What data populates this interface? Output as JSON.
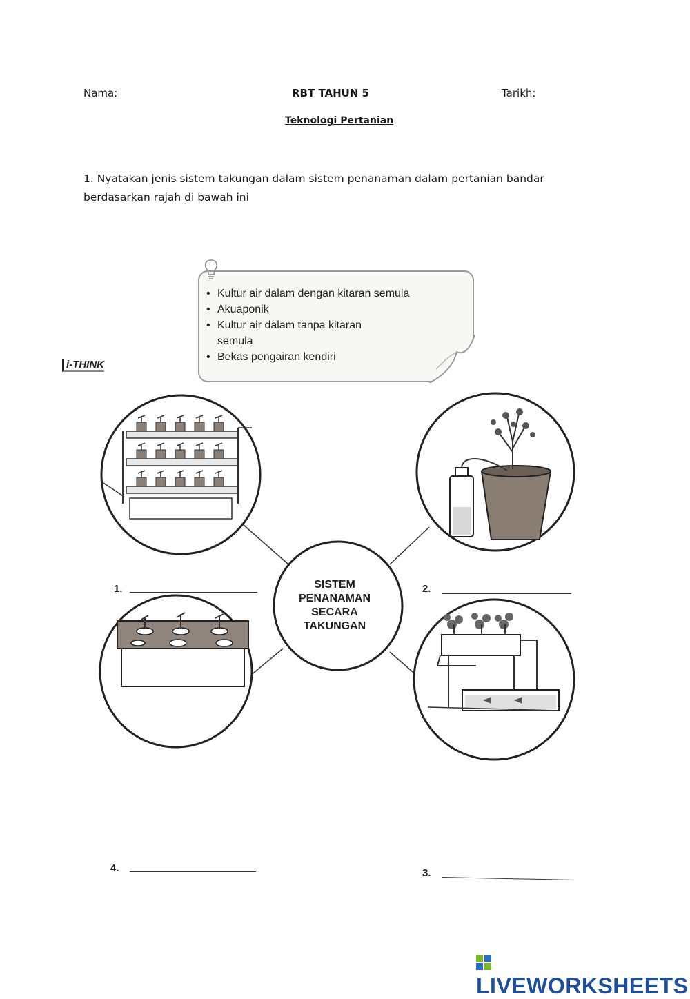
{
  "header": {
    "nama_label": "Nama:",
    "title": "RBT TAHUN 5",
    "tarikh_label": "Tarikh:",
    "subtitle": "Teknologi Pertanian"
  },
  "question": {
    "text": "1. Nyatakan jenis  sistem takungan dalam sistem penanaman dalam pertanian bandar berdasarkan rajah di bawah ini"
  },
  "hint_box": {
    "items": [
      "Kultur air dalam dengan kitaran semula",
      "Akuaponik",
      "Kultur air dalam tanpa kitaran",
      "Bekas pengairan kendiri"
    ],
    "item_3_continued": "semula"
  },
  "ithink_label": "i-THINK",
  "diagram": {
    "center_lines": [
      "SISTEM",
      "PENANAMAN",
      "SECARA",
      "TAKUNGAN"
    ],
    "answers": [
      {
        "label": "1."
      },
      {
        "label": "2."
      },
      {
        "label": "3."
      },
      {
        "label": "4."
      }
    ]
  },
  "footer": {
    "brand": "LIVEWORKSHEETS"
  },
  "colors": {
    "brand_blue": "#1e4f9e",
    "logo_green": "#7ab929",
    "logo_blue": "#2b6cc4"
  }
}
